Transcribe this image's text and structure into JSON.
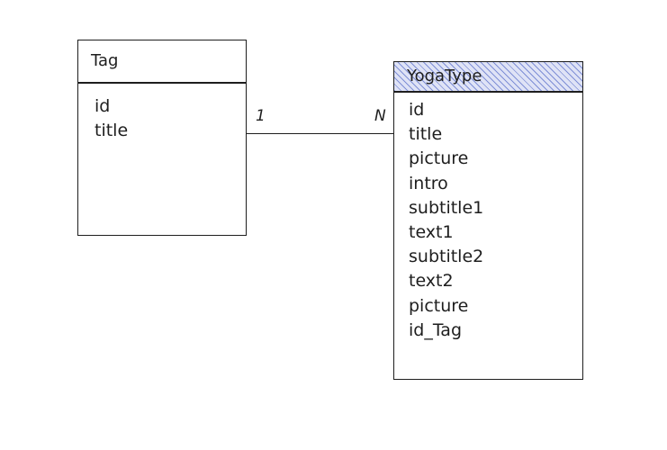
{
  "entities": {
    "tag": {
      "title": "Tag",
      "fields": [
        "id",
        "title"
      ]
    },
    "yogatype": {
      "title": "YogaType",
      "header_fill": "#dfe3f6",
      "hatch_color": "#7f8fd6",
      "fields": [
        "id",
        "title",
        "picture",
        "intro",
        "subtitle1",
        "text1",
        "subtitle2",
        "text2",
        "picture",
        "id_Tag"
      ]
    }
  },
  "relationship": {
    "from_cardinality": "1",
    "to_cardinality": "N"
  }
}
